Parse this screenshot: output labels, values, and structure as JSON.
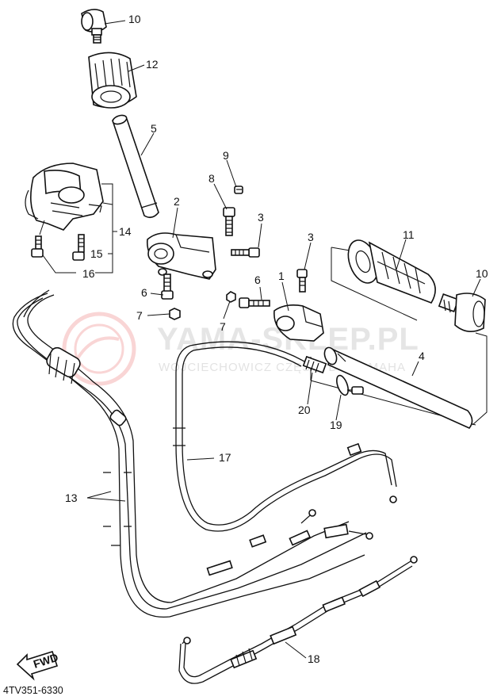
{
  "diagram": {
    "code": "4TV351-6330",
    "direction_label": "FWD",
    "watermark": {
      "title": "YAMA-SKLEP.PL",
      "subtitle": "WOJCIECHOWICZ CZĘŚCI DO YAMAHA"
    },
    "callouts": [
      {
        "id": "c10a",
        "text": "10"
      },
      {
        "id": "c12",
        "text": "12"
      },
      {
        "id": "c5",
        "text": "5"
      },
      {
        "id": "c9",
        "text": "9"
      },
      {
        "id": "c8",
        "text": "8"
      },
      {
        "id": "c2",
        "text": "2"
      },
      {
        "id": "c3a",
        "text": "3"
      },
      {
        "id": "c3b",
        "text": "3"
      },
      {
        "id": "c14",
        "text": "14"
      },
      {
        "id": "c15",
        "text": "15"
      },
      {
        "id": "c16",
        "text": "16"
      },
      {
        "id": "c11",
        "text": "11"
      },
      {
        "id": "c10b",
        "text": "10"
      },
      {
        "id": "c6a",
        "text": "6"
      },
      {
        "id": "c6b",
        "text": "6"
      },
      {
        "id": "c1",
        "text": "1"
      },
      {
        "id": "c7a",
        "text": "7"
      },
      {
        "id": "c7b",
        "text": "7"
      },
      {
        "id": "c4",
        "text": "4"
      },
      {
        "id": "c20",
        "text": "20"
      },
      {
        "id": "c19",
        "text": "19"
      },
      {
        "id": "c17",
        "text": "17"
      },
      {
        "id": "c13",
        "text": "13"
      },
      {
        "id": "c18",
        "text": "18"
      }
    ]
  }
}
